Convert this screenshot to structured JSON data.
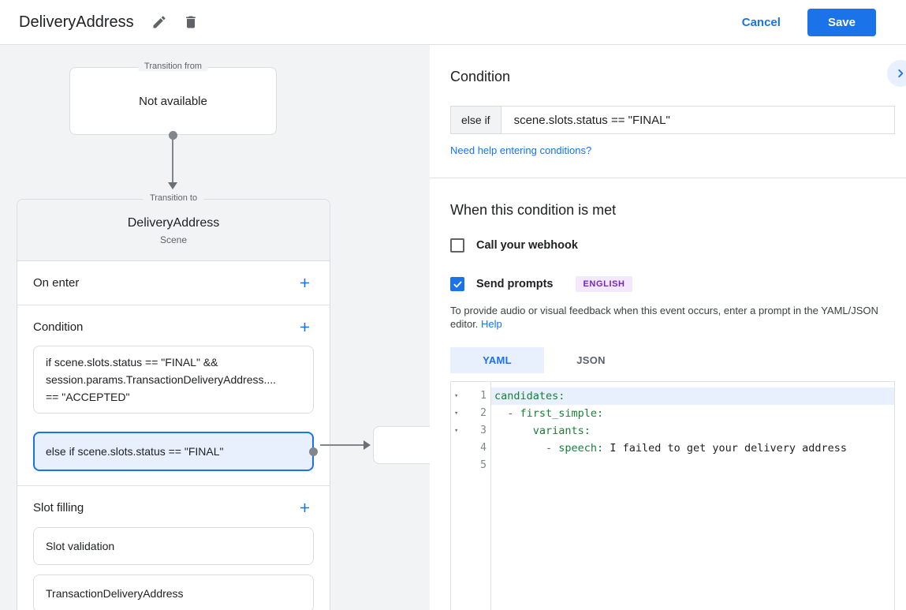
{
  "colors": {
    "accent_blue": "#1a73e8",
    "selected_fill": "#e8f0fe",
    "yaml_key_green": "#188038",
    "badge_purple_text": "#7627bb",
    "badge_purple_bg": "#f3e8fd",
    "panel_gray": "#f1f3f4"
  },
  "header": {
    "title": "DeliveryAddress",
    "cancel_label": "Cancel",
    "save_label": "Save"
  },
  "diagram": {
    "transition_from": {
      "label": "Transition from",
      "value": "Not available"
    },
    "scene_card": {
      "label": "Transition to",
      "title": "DeliveryAddress",
      "subtitle": "Scene",
      "on_enter_label": "On enter",
      "condition_label": "Condition",
      "condition_items": [
        {
          "selected": false,
          "lines": [
            "if scene.slots.status == \"FINAL\" &&",
            "session.params.TransactionDeliveryAddress....",
            "== \"ACCEPTED\""
          ]
        },
        {
          "selected": true,
          "lines": [
            "else if scene.slots.status == \"FINAL\""
          ]
        }
      ],
      "slot_filling_label": "Slot filling",
      "slot_items": [
        "Slot validation",
        "TransactionDeliveryAddress"
      ]
    }
  },
  "panel": {
    "title": "Condition",
    "condition_row": {
      "prefix": "else if",
      "expression": "scene.slots.status == \"FINAL\""
    },
    "help_link": "Need help entering conditions?",
    "section_title": "When this condition is met",
    "webhook_label": "Call your webhook",
    "prompts_label": "Send prompts",
    "language_badge": "ENGLISH",
    "description": "To provide audio or visual feedback when this event occurs, enter a prompt in the YAML/JSON editor.",
    "description_link": "Help",
    "tabs": [
      {
        "label": "YAML",
        "active": true
      },
      {
        "label": "JSON",
        "active": false
      }
    ],
    "editor": {
      "lines": [
        {
          "number": "1",
          "fold": true,
          "highlight": true,
          "segments": [
            {
              "cls": "key",
              "text": "candidates:"
            }
          ]
        },
        {
          "number": "2",
          "fold": true,
          "highlight": false,
          "segments": [
            {
              "cls": "meta",
              "text": "  - "
            },
            {
              "cls": "key",
              "text": "first_simple:"
            }
          ]
        },
        {
          "number": "3",
          "fold": true,
          "highlight": false,
          "segments": [
            {
              "cls": "key",
              "text": "      variants:"
            }
          ]
        },
        {
          "number": "4",
          "fold": false,
          "highlight": false,
          "segments": [
            {
              "cls": "meta",
              "text": "        - "
            },
            {
              "cls": "key",
              "text": "speech:"
            },
            {
              "cls": "val",
              "text": " I failed to get your delivery address"
            }
          ]
        },
        {
          "number": "5",
          "fold": false,
          "highlight": false,
          "segments": []
        }
      ]
    }
  }
}
